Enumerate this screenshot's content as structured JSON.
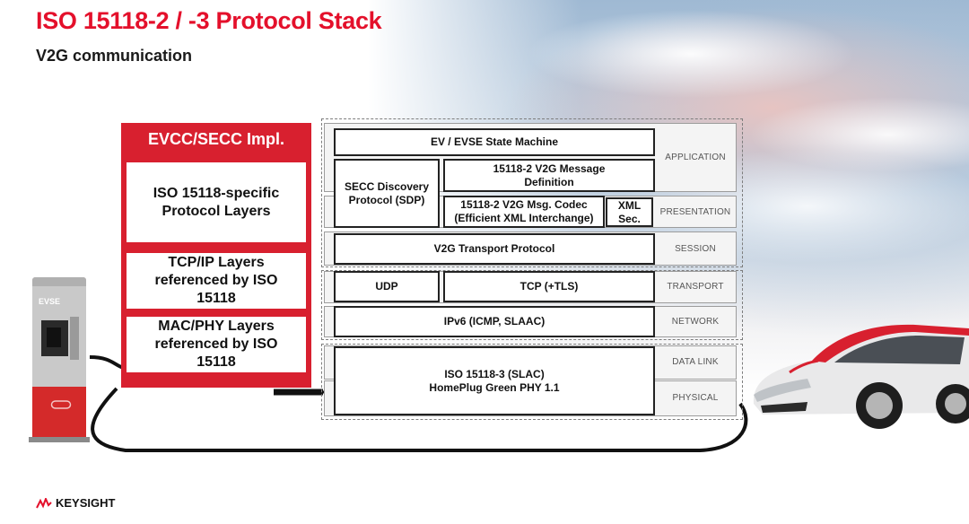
{
  "header": {
    "title": "ISO 15118-2 / -3 Protocol Stack",
    "subtitle": "V2G communication"
  },
  "implementation_stack": {
    "header": "EVCC/SECC Impl.",
    "cells": [
      "ISO 15118-specific Protocol Layers",
      "TCP/IP Layers referenced by ISO 15118",
      "MAC/PHY Layers referenced by ISO 15118"
    ]
  },
  "osi_layers": {
    "application": "APPLICATION",
    "presentation": "PRESENTATION",
    "session": "SESSION",
    "transport": "TRANSPORT",
    "network": "NETWORK",
    "data_link": "DATA LINK",
    "physical": "PHYSICAL"
  },
  "protocols": {
    "state_machine": "EV / EVSE State Machine",
    "sdp": "SECC Discovery Protocol (SDP)",
    "msg_definition": "15118-2 V2G Message Definition",
    "msg_codec": "15118-2 V2G Msg. Codec (Efficient XML Interchange)",
    "xml_sec": "XML Sec.",
    "transport_protocol": "V2G Transport Protocol",
    "udp": "UDP",
    "tcp": "TCP (+TLS)",
    "ipv6": "IPv6 (ICMP, SLAAC)",
    "slac": "ISO 15118-3 (SLAC) HomePlug Green PHY 1.1"
  },
  "charger": {
    "label": "EVSE"
  },
  "brand": {
    "name": "KEYSIGHT",
    "accent_color": "#e4102b"
  }
}
